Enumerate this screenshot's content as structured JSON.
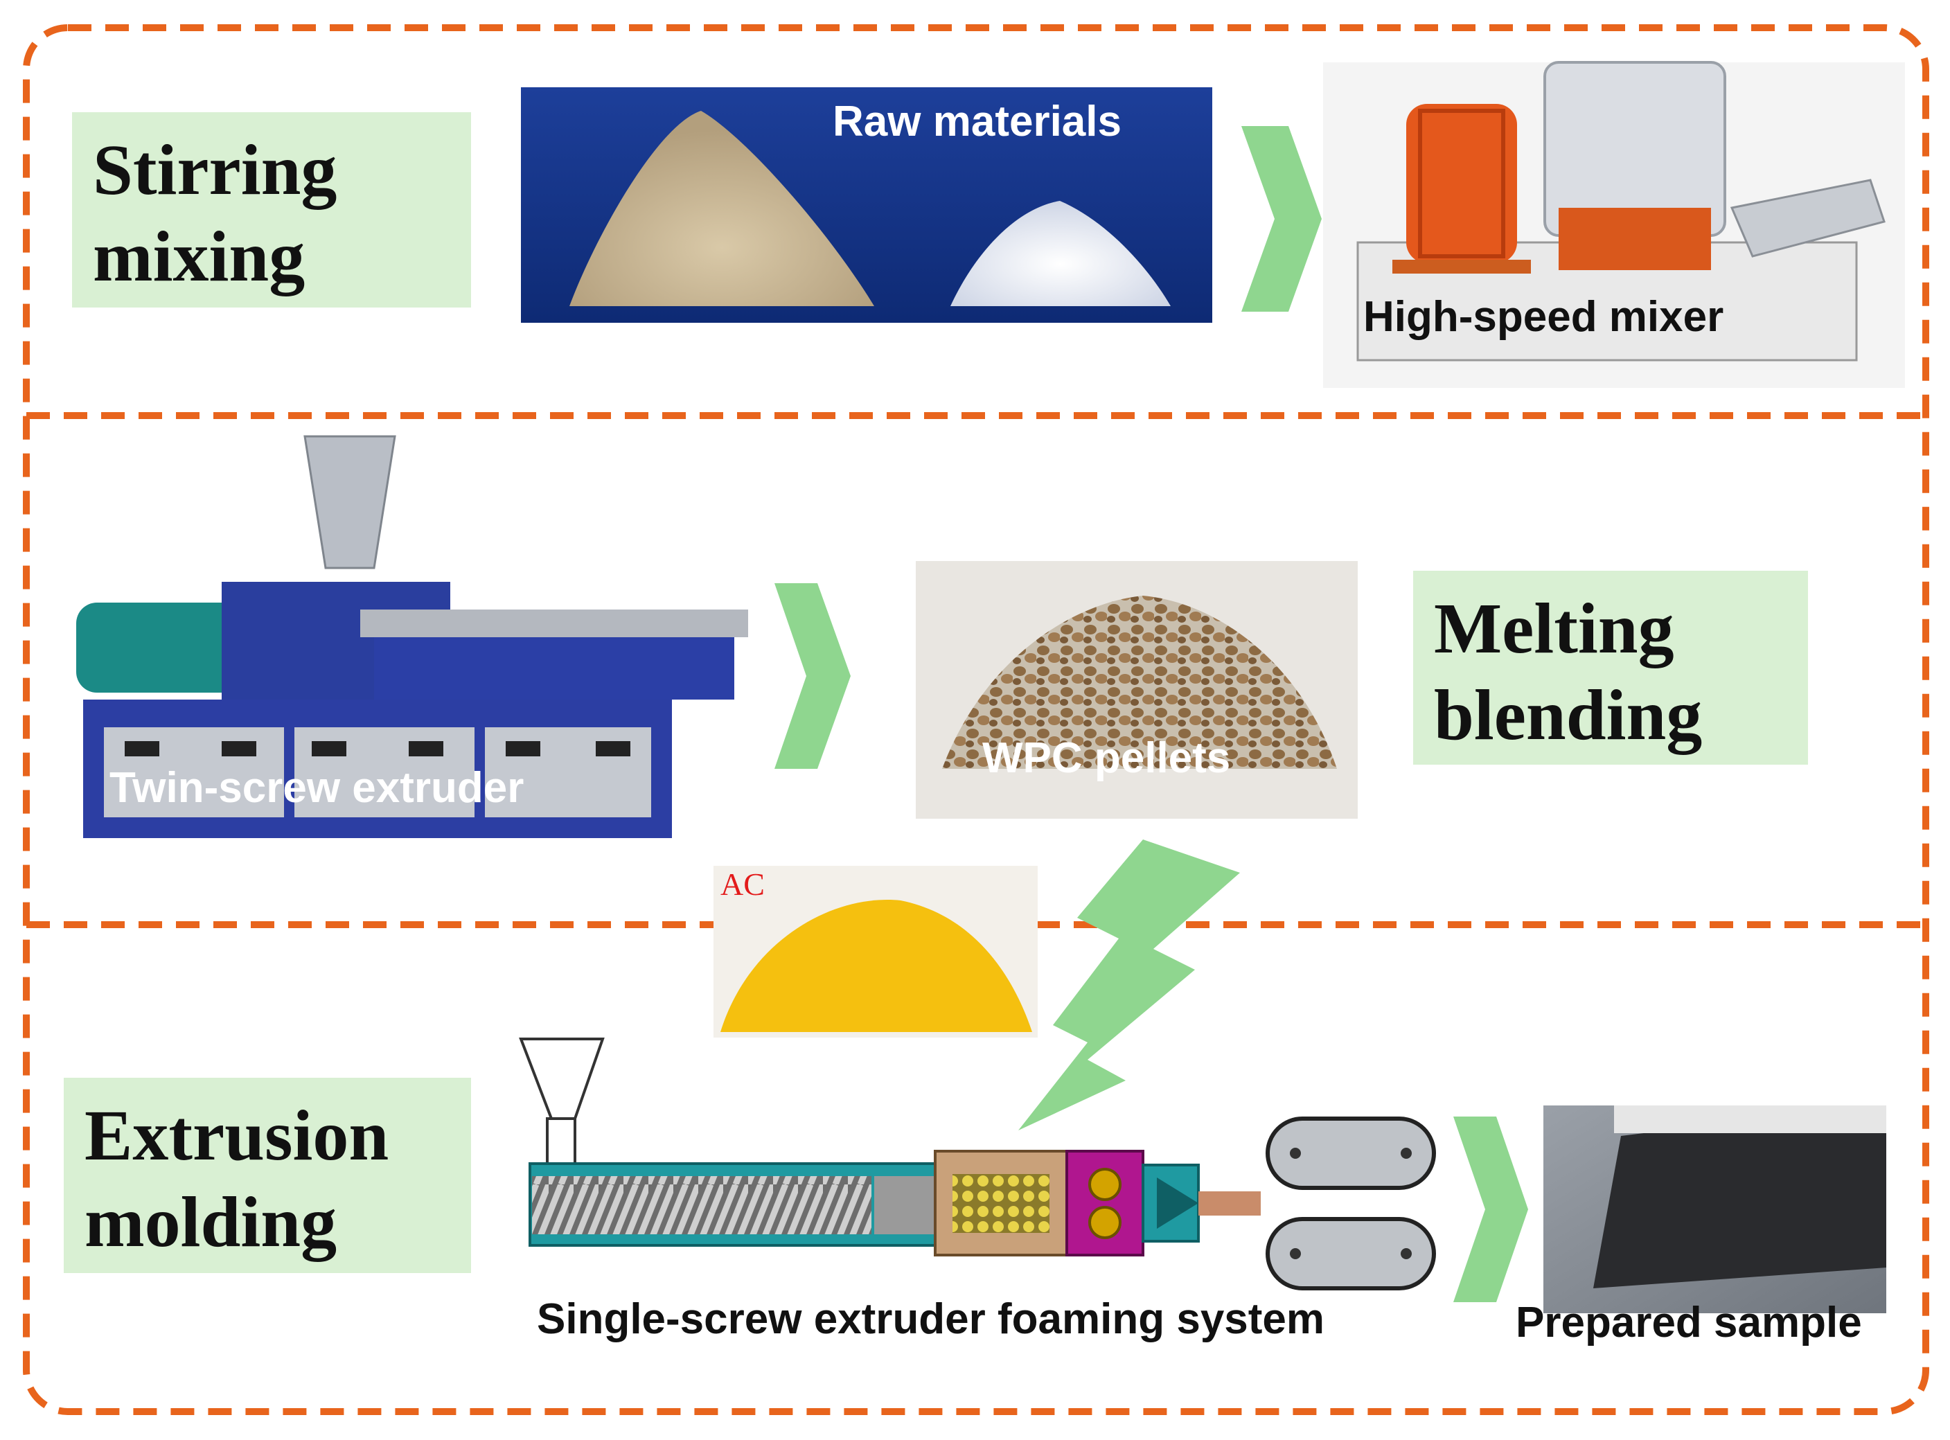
{
  "colors": {
    "dashed_border": "#e8641c",
    "label_bg": "#d9f0d3",
    "arrow_green": "#8fd68f",
    "extruder_teal": "#1f9aa1",
    "die_magenta": "#b0168f",
    "ac_yellow": "#f5c00f"
  },
  "stages": {
    "stirring": {
      "label_line1": "Stirring",
      "label_line2": "mixing"
    },
    "melting": {
      "label_line1": "Melting",
      "label_line2": "blending"
    },
    "extrusion": {
      "label_line1": "Extrusion",
      "label_line2": "molding"
    }
  },
  "images": {
    "raw_materials": "Raw materials",
    "mixer": "High-speed mixer",
    "twin_screw": "Twin-screw extruder",
    "pellets": "WPC pellets",
    "ac": "AC",
    "single_screw": "Single-screw extruder foaming system",
    "sample": "Prepared sample"
  }
}
